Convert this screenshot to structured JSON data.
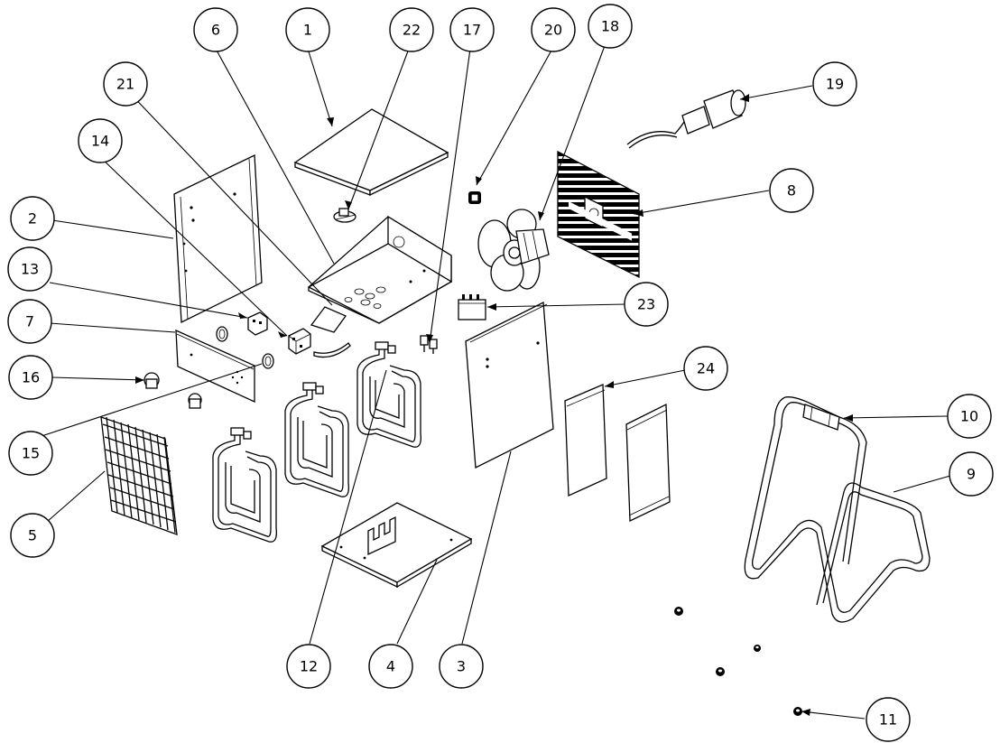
{
  "callouts": [
    {
      "id": "c1",
      "label": "1"
    },
    {
      "id": "c2",
      "label": "2"
    },
    {
      "id": "c3",
      "label": "3"
    },
    {
      "id": "c4",
      "label": "4"
    },
    {
      "id": "c5",
      "label": "5"
    },
    {
      "id": "c6",
      "label": "6"
    },
    {
      "id": "c7",
      "label": "7"
    },
    {
      "id": "c8",
      "label": "8"
    },
    {
      "id": "c9",
      "label": "9"
    },
    {
      "id": "c10",
      "label": "10"
    },
    {
      "id": "c11",
      "label": "11"
    },
    {
      "id": "c12",
      "label": "12"
    },
    {
      "id": "c13",
      "label": "13"
    },
    {
      "id": "c14",
      "label": "14"
    },
    {
      "id": "c15",
      "label": "15"
    },
    {
      "id": "c16",
      "label": "16"
    },
    {
      "id": "c17",
      "label": "17"
    },
    {
      "id": "c18",
      "label": "18"
    },
    {
      "id": "c19",
      "label": "19"
    },
    {
      "id": "c20",
      "label": "20"
    },
    {
      "id": "c21",
      "label": "21"
    },
    {
      "id": "c22",
      "label": "22"
    },
    {
      "id": "c23",
      "label": "23"
    },
    {
      "id": "c24",
      "label": "24"
    }
  ],
  "colors": {
    "line": "#000000",
    "background": "#ffffff"
  }
}
